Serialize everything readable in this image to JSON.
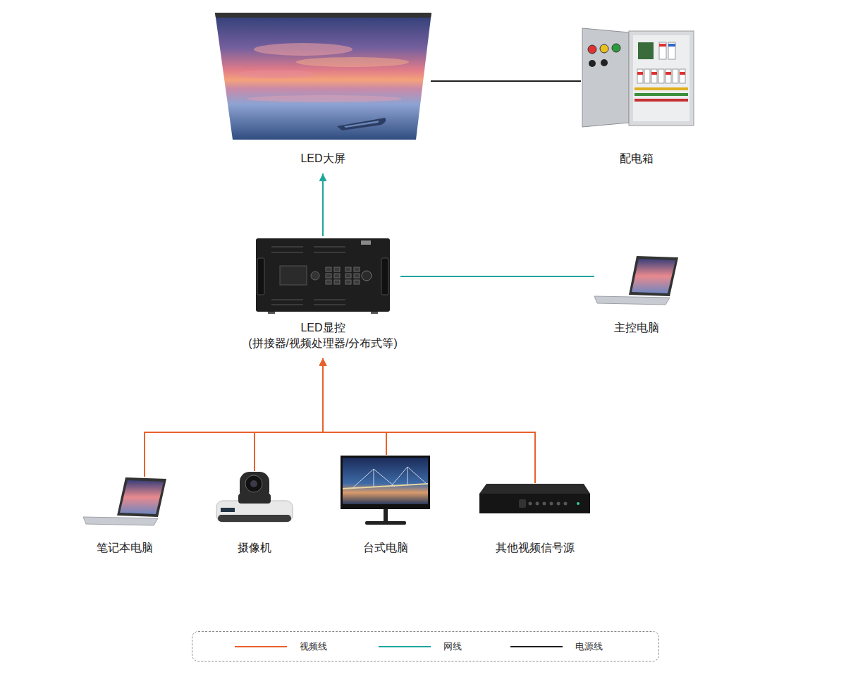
{
  "diagram": {
    "nodes": [
      {
        "text": [
          "LED大屏"
        ]
      },
      {
        "text": [
          "配电箱"
        ]
      },
      {
        "text": [
          "LED显控",
          "(拼接器/视频处理器/分布式等)"
        ]
      },
      {
        "text": [
          "主控电脑"
        ]
      },
      {
        "text": [
          "笔记本电脑"
        ]
      },
      {
        "text": [
          "摄像机"
        ]
      },
      {
        "text": [
          "台式电脑"
        ]
      },
      {
        "text": [
          "其他视频信号源"
        ]
      }
    ],
    "edges": [
      {
        "from": 0,
        "to": 1,
        "arrow": "none"
      },
      {
        "from": 2,
        "to": 0,
        "arrow": "to"
      },
      {
        "from": 2,
        "to": 3,
        "arrow": "none"
      },
      {
        "from": 4,
        "to": 2,
        "arrow": "to"
      },
      {
        "from": 5,
        "to": 2,
        "arrow": "to"
      },
      {
        "from": 6,
        "to": 2,
        "arrow": "to"
      },
      {
        "from": 7,
        "to": 2,
        "arrow": "to"
      }
    ],
    "legend": [
      {
        "text": "视频线"
      },
      {
        "text": "网线"
      },
      {
        "text": "电源线"
      }
    ]
  }
}
